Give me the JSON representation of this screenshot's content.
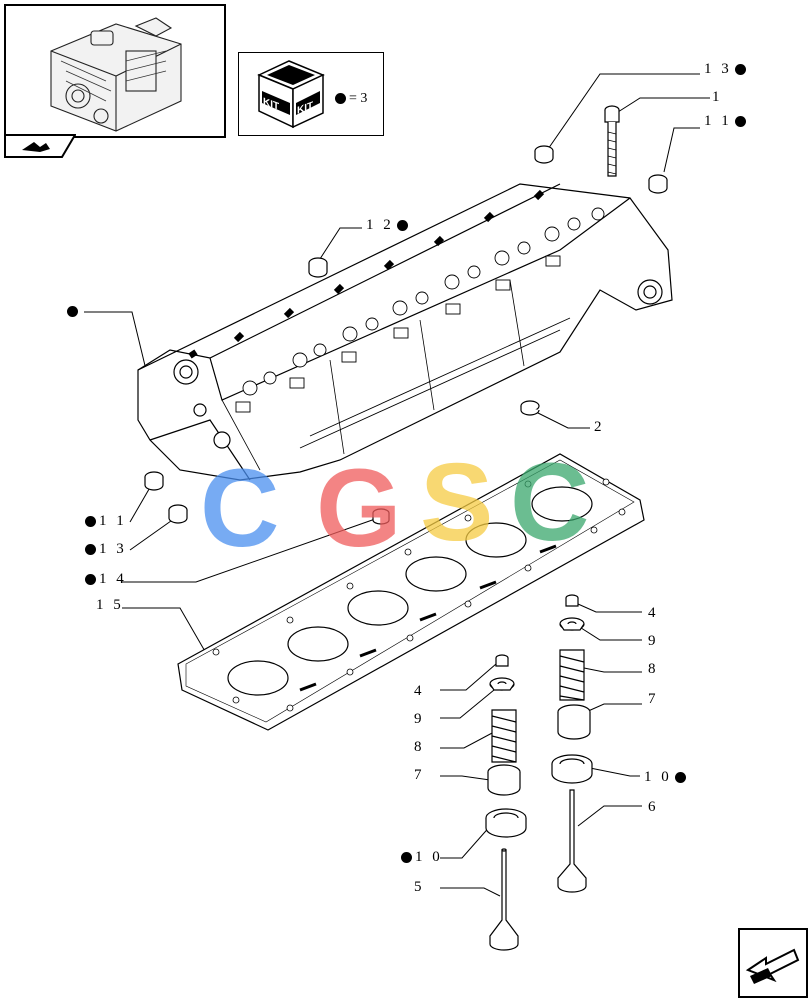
{
  "kit_box": {
    "label_left": "KIT",
    "label_right": "KIT",
    "equals_text": "= 3"
  },
  "watermark": {
    "letters": [
      "C",
      "G",
      "S",
      "C"
    ],
    "colors": [
      "#4a8ff0",
      "#ef5b5b",
      "#f6cc43",
      "#3aa76d"
    ]
  },
  "callouts": [
    {
      "id": "c13a",
      "text": "1 3",
      "dot": "after"
    },
    {
      "id": "c1",
      "text": "1",
      "dot": "none"
    },
    {
      "id": "c11a",
      "text": "1 1",
      "dot": "after"
    },
    {
      "id": "c12",
      "text": "1 2",
      "dot": "after"
    },
    {
      "id": "cHead",
      "text": "",
      "dot": "before"
    },
    {
      "id": "c2",
      "text": "2",
      "dot": "none"
    },
    {
      "id": "c11b",
      "text": "1 1",
      "dot": "before"
    },
    {
      "id": "c13b",
      "text": "1 3",
      "dot": "before"
    },
    {
      "id": "c14",
      "text": "1 4",
      "dot": "before"
    },
    {
      "id": "c15",
      "text": "1 5",
      "dot": "none"
    },
    {
      "id": "c4a",
      "text": "4",
      "dot": "none"
    },
    {
      "id": "c9a",
      "text": "9",
      "dot": "none"
    },
    {
      "id": "c8a",
      "text": "8",
      "dot": "none"
    },
    {
      "id": "c7a",
      "text": "7",
      "dot": "none"
    },
    {
      "id": "c10a",
      "text": "1 0",
      "dot": "after"
    },
    {
      "id": "c6",
      "text": "6",
      "dot": "none"
    },
    {
      "id": "c4b",
      "text": "4",
      "dot": "none"
    },
    {
      "id": "c9b",
      "text": "9",
      "dot": "none"
    },
    {
      "id": "c8b",
      "text": "8",
      "dot": "none"
    },
    {
      "id": "c7b",
      "text": "7",
      "dot": "none"
    },
    {
      "id": "c10b",
      "text": "1 0",
      "dot": "before"
    },
    {
      "id": "c5",
      "text": "5",
      "dot": "none"
    }
  ]
}
